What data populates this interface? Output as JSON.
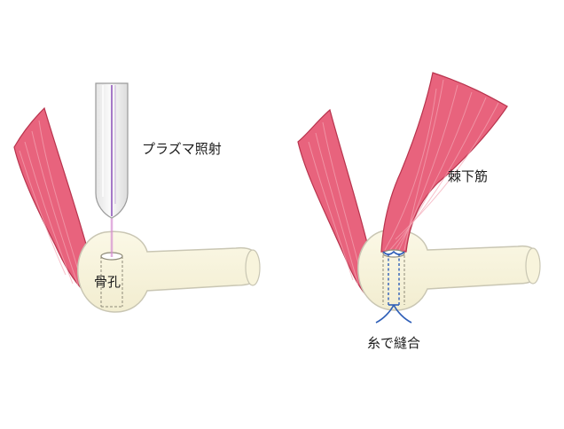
{
  "labels": {
    "plasma": "プラズマ照射",
    "bone_hole": "骨孔",
    "muscle": "棘下筋",
    "suture": "糸で縫合"
  },
  "colors": {
    "muscle_fill": "#e8637d",
    "muscle_stroke": "#b8334d",
    "muscle_light": "#f3a5b3",
    "bone_fill": "#f8f4dc",
    "bone_stroke": "#c9c6b3",
    "probe_fill": "#eeeeee",
    "probe_stroke": "#9a9a9a",
    "probe_core": "#a678c8",
    "beam": "#d58ad0",
    "suture": "#2f5fb8",
    "hole_stroke": "#8e8a78"
  }
}
